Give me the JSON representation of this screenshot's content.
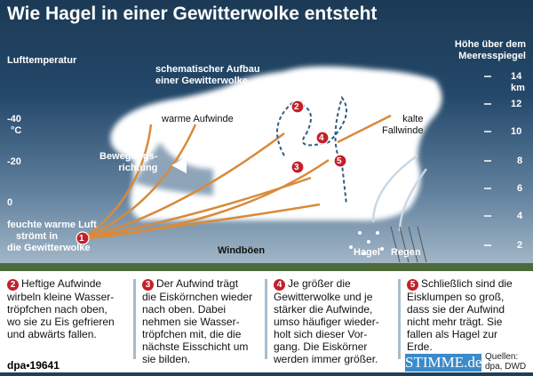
{
  "title": "Wie Hagel in einer Gewitterwolke entsteht",
  "left_axis": {
    "label": "Lufttemperatur",
    "unit": "°C",
    "ticks": [
      "-40",
      "-20",
      "0"
    ]
  },
  "right_axis": {
    "label_line1": "Höhe über dem",
    "label_line2": "Meeresspiegel",
    "unit": "km",
    "ticks": [
      "14",
      "12",
      "10",
      "8",
      "6",
      "4",
      "2"
    ]
  },
  "diagram": {
    "schema_line1": "schematischer Aufbau",
    "schema_line2": "einer Gewitterwolke",
    "warm": "warme Aufwinde",
    "cold_line1": "kalte",
    "cold_line2": "Fallwinde",
    "direction_line1": "Bewegungs-",
    "direction_line2": "richtung",
    "inflow_line1": "feuchte warme Luft",
    "inflow_line2": "strömt in",
    "inflow_line3": "die Gewitterwolke",
    "gusts": "Windböen",
    "hail": "Hagel",
    "rain": "Regen",
    "markers": [
      "1",
      "2",
      "3",
      "4",
      "5"
    ]
  },
  "colors": {
    "sky": "#24486a",
    "updraft": "#d98a3a",
    "downdraft": "#c9d8e6",
    "marker": "#c3202a",
    "cloud": "#ffffff"
  },
  "steps": [
    {
      "num": "2",
      "lines": [
        "Heftige Aufwinde",
        "wirbeln kleine Wasser-",
        "tröpfchen nach oben,",
        "wo sie zu Eis gefrieren",
        "und abwärts fallen."
      ]
    },
    {
      "num": "3",
      "lines": [
        "Der Aufwind trägt",
        "die Eiskörnchen wieder",
        "nach oben. Dabei",
        "nehmen sie Wasser-",
        "tröpfchen mit, die die",
        "nächste Eisschicht um",
        "sie bilden."
      ]
    },
    {
      "num": "4",
      "lines": [
        "Je größer die",
        "Gewitterwolke und je",
        "stärker die Aufwinde,",
        "umso häufiger wieder-",
        "holt sich dieser Vor-",
        "gang. Die Eiskörner",
        "werden immer größer."
      ]
    },
    {
      "num": "5",
      "lines": [
        "Schließlich sind die",
        "Eisklumpen so groß,",
        "dass sie der Aufwind",
        "nicht mehr trägt. Sie",
        "fallen als Hagel zur",
        "Erde."
      ]
    }
  ],
  "credit": "dpa•19641",
  "sources": "Quellen: dpa, DWD",
  "watermark": "STIMME.de"
}
